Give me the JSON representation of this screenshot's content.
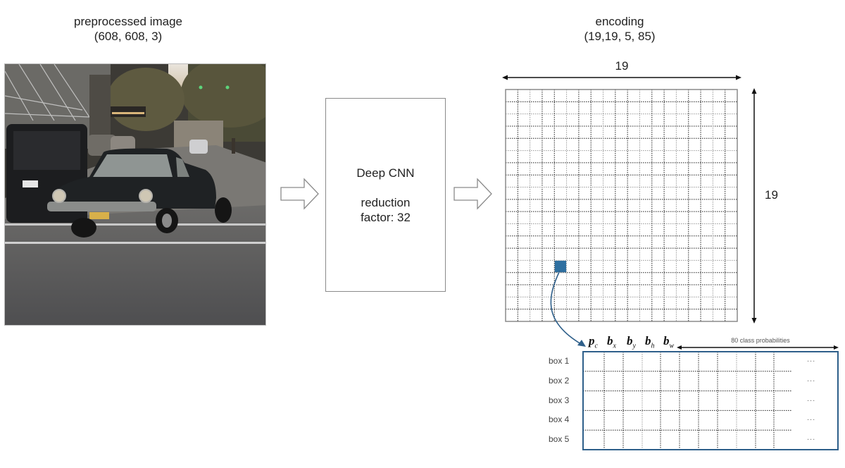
{
  "input": {
    "title": "preprocessed image",
    "shape": "(608, 608, 3)",
    "photo_description": "street scene with vintage black car"
  },
  "model": {
    "name": "Deep CNN",
    "reduction_line1": "reduction",
    "reduction_line2": "factor: 32"
  },
  "encoding": {
    "title": "encoding",
    "shape": "(19,19, 5, 85)",
    "grid_width_label": "19",
    "grid_height_label": "19",
    "grid_size": 19,
    "highlight_cell": {
      "row": 14,
      "col": 4,
      "color": "#2E6FA0"
    }
  },
  "anchor_table": {
    "vector_labels": [
      {
        "base": "p",
        "sub": "c"
      },
      {
        "base": "b",
        "sub": "x"
      },
      {
        "base": "b",
        "sub": "y"
      },
      {
        "base": "b",
        "sub": "h"
      },
      {
        "base": "b",
        "sub": "w"
      }
    ],
    "class_span_label": "80 class probabilities",
    "rows": [
      "box 1",
      "box 2",
      "box 3",
      "box 4",
      "box 5"
    ],
    "ellipsis": "...",
    "border_color": "#2E5F8A"
  },
  "colors": {
    "accent": "#2E6FA0",
    "box_border": "#8a8a8a",
    "arrow": "#111111"
  }
}
